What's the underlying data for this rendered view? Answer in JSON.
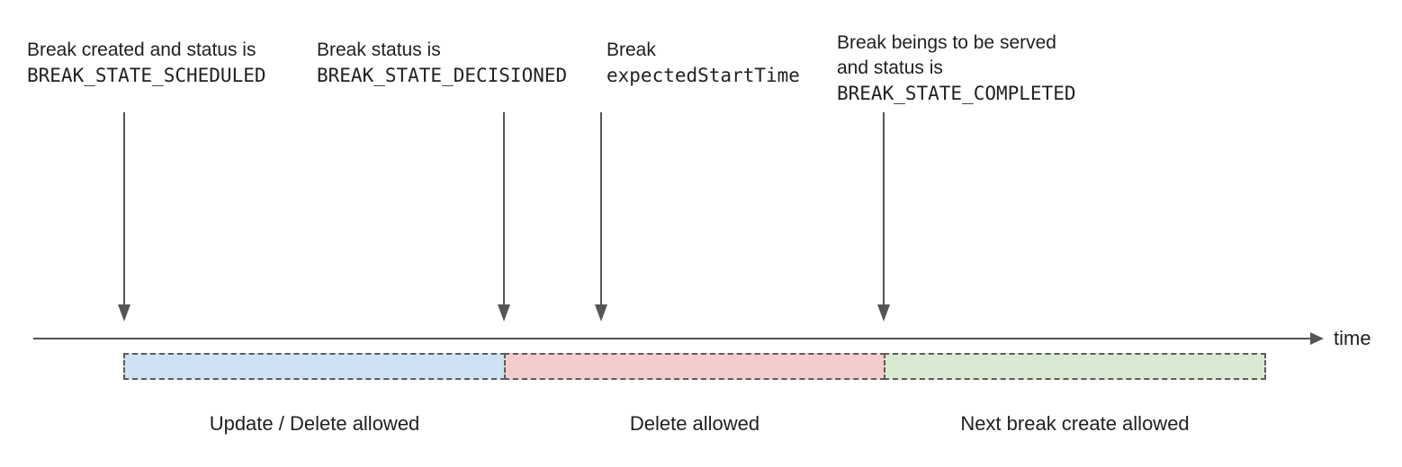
{
  "annotations": [
    {
      "line1": "Break created and status is",
      "line2": "BREAK_STATE_SCHEDULED"
    },
    {
      "line1": "Break status is",
      "line2": "BREAK_STATE_DECISIONED"
    },
    {
      "line1": "Break",
      "line2": "expectedStartTime"
    },
    {
      "line1": "Break beings to be served",
      "line2": "and status is",
      "line3": "BREAK_STATE_COMPLETED"
    }
  ],
  "timeline": {
    "label": "time"
  },
  "segments": [
    {
      "label": "Update / Delete allowed",
      "color": "#cfe2f3"
    },
    {
      "label": "Delete allowed",
      "color": "#f4cccc"
    },
    {
      "label": "Next break create allowed",
      "color": "#d9ead3"
    }
  ],
  "colors": {
    "line_gray": "#555555",
    "dashed_border_gray": "#5c5c5c",
    "text": "#202124"
  }
}
